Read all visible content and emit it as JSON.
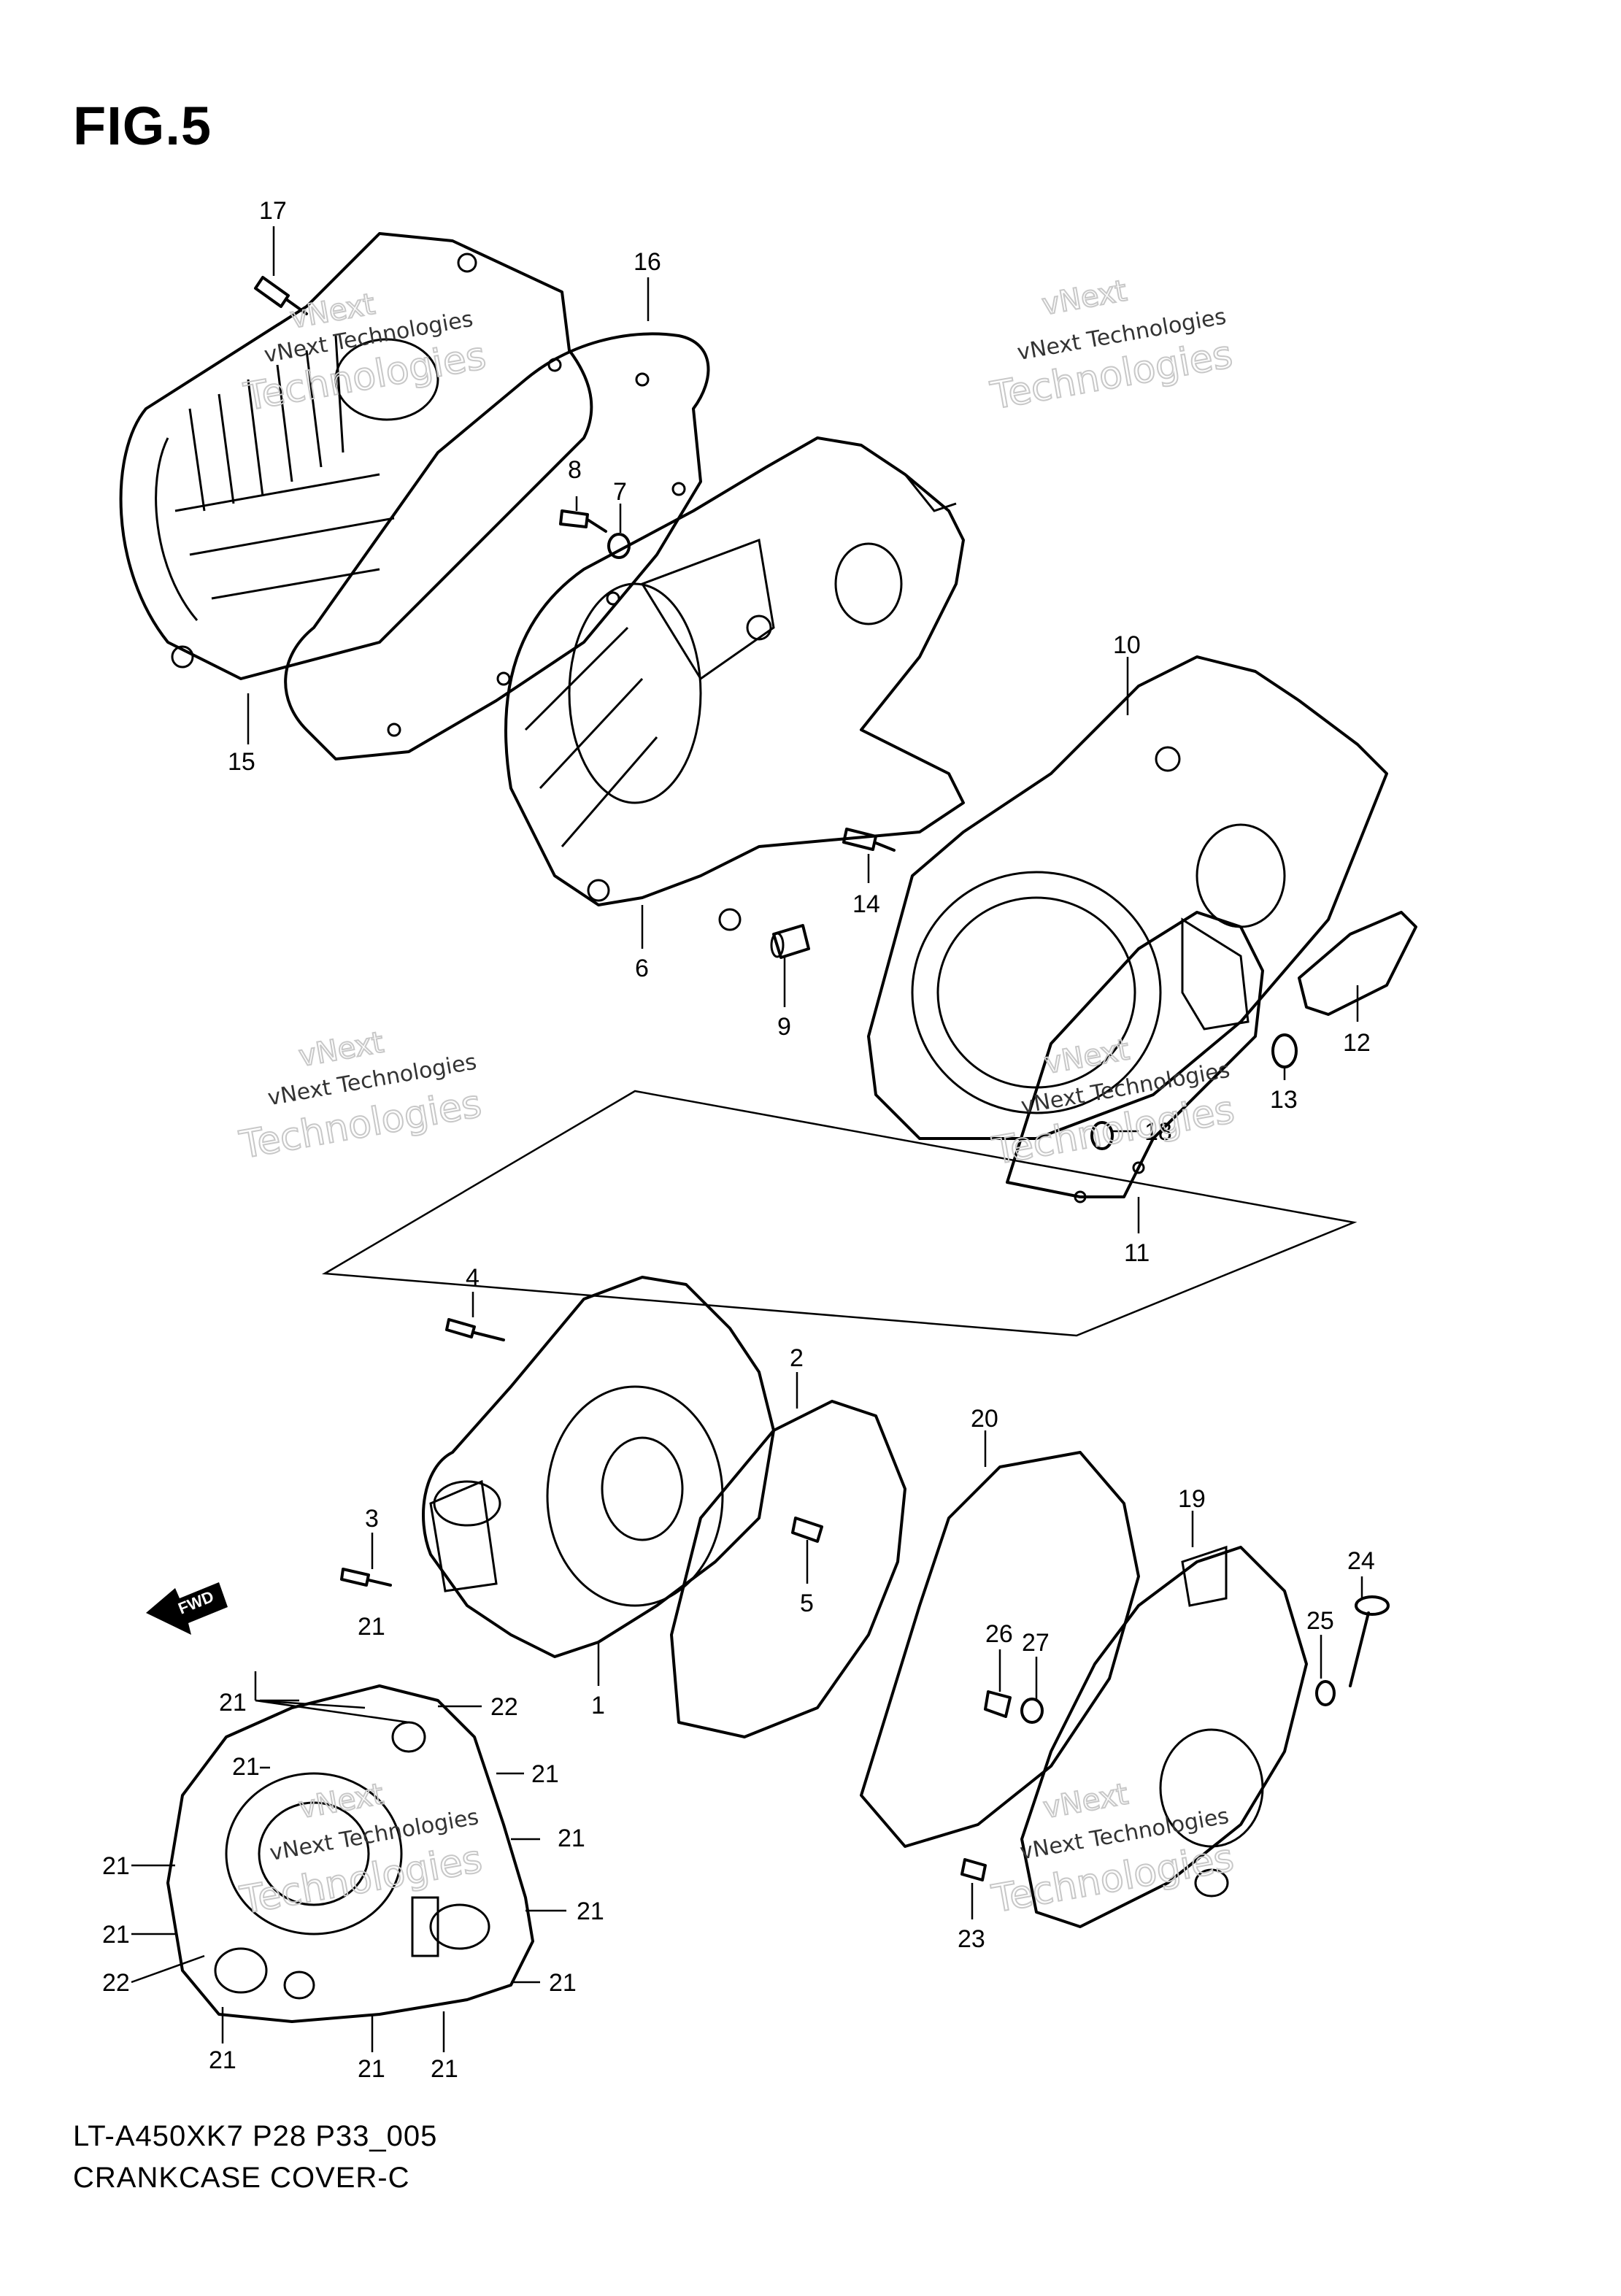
{
  "figure": {
    "title": "FIG.5"
  },
  "footer": {
    "model_code": "LT-A450XK7 P28 P33_005",
    "section_name": "CRANKCASE COVER-C"
  },
  "watermark": {
    "line1": "vNext Technologies",
    "line2": "Technologies",
    "line_top": "vNext"
  },
  "fwd_badge": {
    "label": "FWD"
  },
  "callouts": {
    "c1": "1",
    "c2": "2",
    "c3": "3",
    "c4": "4",
    "c5": "5",
    "c6": "6",
    "c7": "7",
    "c8": "8",
    "c9": "9",
    "c10": "10",
    "c11": "11",
    "c12": "12",
    "c13": "13",
    "c14": "14",
    "c15": "15",
    "c16": "16",
    "c17": "17",
    "c18": "18",
    "c19": "19",
    "c20": "20",
    "c21": "21",
    "c22": "22",
    "c23": "23",
    "c24": "24",
    "c25": "25",
    "c26": "26",
    "c27": "27"
  }
}
